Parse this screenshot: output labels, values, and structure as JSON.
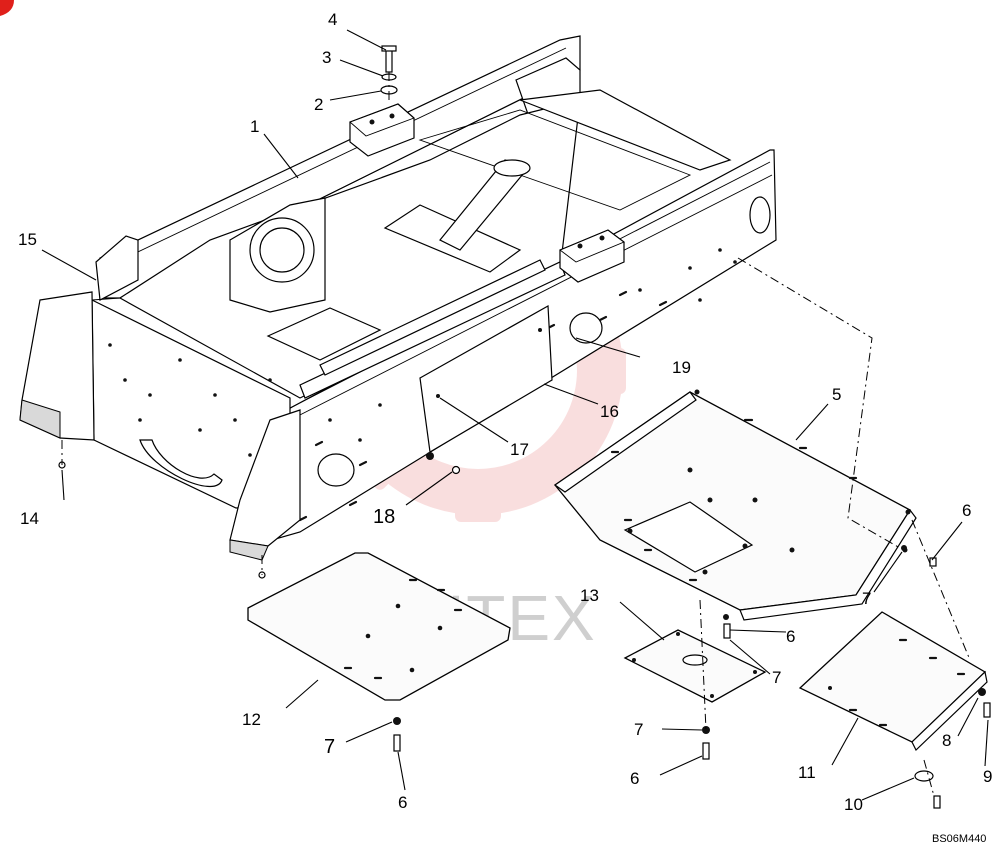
{
  "drawing": {
    "reference_code": "BS06M440",
    "watermark_text": "ИНТЕХ",
    "accent_colors": {
      "watermark_logo": "#f2b8b8",
      "corner_mark": "#e0201b"
    }
  },
  "callouts": [
    {
      "id": "c1",
      "label": "1"
    },
    {
      "id": "c2",
      "label": "2"
    },
    {
      "id": "c3",
      "label": "3"
    },
    {
      "id": "c4",
      "label": "4"
    },
    {
      "id": "c5",
      "label": "5"
    },
    {
      "id": "c6a",
      "label": "6"
    },
    {
      "id": "c6b",
      "label": "6"
    },
    {
      "id": "c6c",
      "label": "6"
    },
    {
      "id": "c6d",
      "label": "6"
    },
    {
      "id": "c7a",
      "label": "7"
    },
    {
      "id": "c7b",
      "label": "7"
    },
    {
      "id": "c7c",
      "label": "7"
    },
    {
      "id": "c7d",
      "label": "7"
    },
    {
      "id": "c8",
      "label": "8"
    },
    {
      "id": "c9",
      "label": "9"
    },
    {
      "id": "c10",
      "label": "10"
    },
    {
      "id": "c11",
      "label": "11"
    },
    {
      "id": "c12",
      "label": "12"
    },
    {
      "id": "c13",
      "label": "13"
    },
    {
      "id": "c14",
      "label": "14"
    },
    {
      "id": "c15",
      "label": "15"
    },
    {
      "id": "c16",
      "label": "16"
    },
    {
      "id": "c17",
      "label": "17"
    },
    {
      "id": "c18",
      "label": "18"
    },
    {
      "id": "c19",
      "label": "19"
    }
  ]
}
